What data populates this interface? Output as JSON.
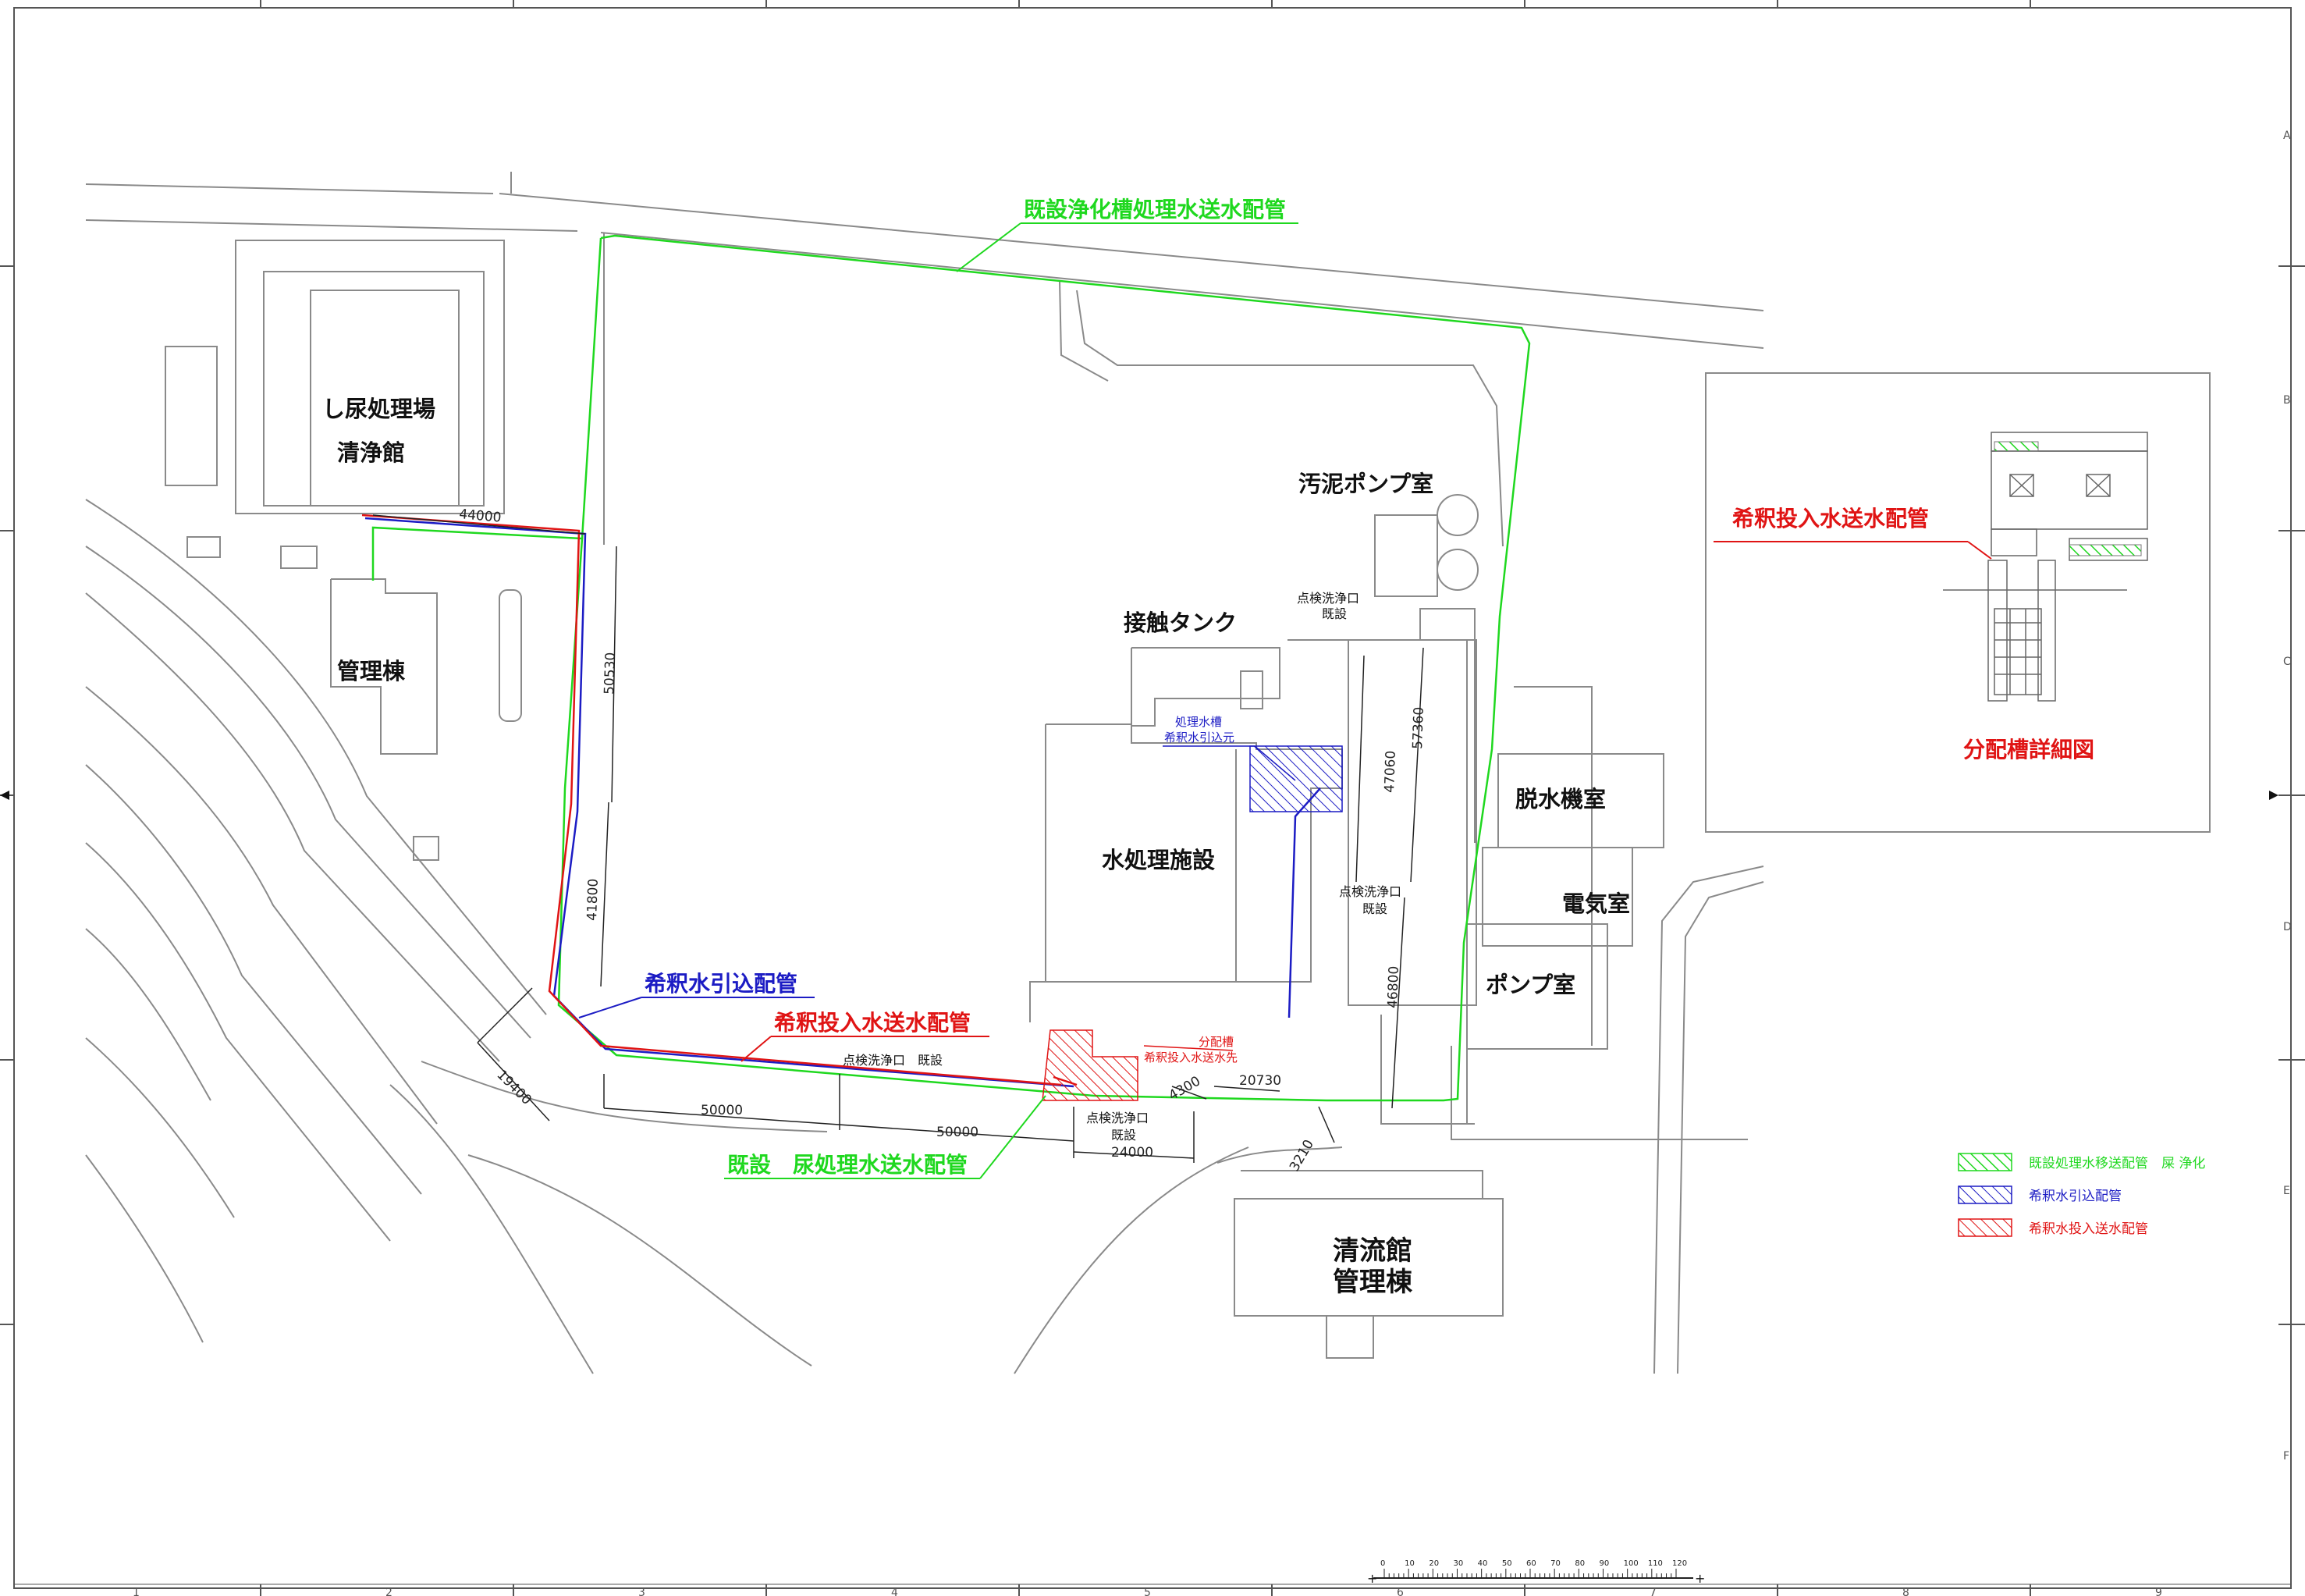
{
  "colors": {
    "green": "#1fd81f",
    "blue": "#1c1cc4",
    "red": "#e01414",
    "line": "#8a8a8a",
    "text": "#111111"
  },
  "buildings": {
    "shinyo": "し尿処理場",
    "seijo": "清浄館",
    "kanri": "管理棟",
    "odei": "汚泥ポンプ室",
    "sesshoku": "接触タンク",
    "suishori": "水処理施設",
    "dassui": "脱水機室",
    "denki": "電気室",
    "pump": "ポンプ室",
    "seiryu": "清流館",
    "seiryu_kanri": "管理棟"
  },
  "pipe_labels": {
    "green_top": "既設浄化槽処理水送水配管",
    "blue_main": "希釈水引込配管",
    "red_main": "希釈投入水送水配管",
    "green_bottom": "既設　尿処理水送水配管"
  },
  "notes": {
    "treat_tank_1": "処理水槽",
    "treat_tank_2": "希釈水引込元",
    "dist_tank_1": "分配槽",
    "dist_tank_2": "希釈投入水送水先",
    "cleanout_a1": "点検洗浄口",
    "cleanout_a2": "既設",
    "cleanout_b1": "点検洗浄口",
    "cleanout_b2": "既設",
    "cleanout_c": "点検洗浄口　既設",
    "cleanout_d1": "点検洗浄口",
    "cleanout_d2": "既設"
  },
  "dimensions": {
    "d44000": "44000",
    "d50530": "50530",
    "d41800": "41800",
    "d19400": "19400",
    "d50000a": "50000",
    "d50000b": "50000",
    "d24000": "24000",
    "d4300": "4300",
    "d20730": "20730",
    "d3210": "3210",
    "d47060": "47060",
    "d57360": "57360",
    "d46800": "46800"
  },
  "detail": {
    "pipe_label": "希釈投入水送水配管",
    "title": "分配槽詳細図"
  },
  "legend": [
    {
      "label": "既設処理水移送配管　屎 浄化",
      "color": "#1fd81f"
    },
    {
      "label": "希釈水引込配管",
      "color": "#1c1cc4"
    },
    {
      "label": "希釈水投入送水配管",
      "color": "#e01414"
    }
  ],
  "grid_rows": [
    "A",
    "B",
    "C",
    "D",
    "E",
    "F"
  ],
  "grid_cols": [
    "1",
    "2",
    "3",
    "4",
    "5",
    "6",
    "7",
    "8",
    "9"
  ],
  "scale_ticks": [
    "0",
    "10",
    "20",
    "30",
    "40",
    "50",
    "60",
    "70",
    "80",
    "90",
    "100",
    "110",
    "120"
  ]
}
